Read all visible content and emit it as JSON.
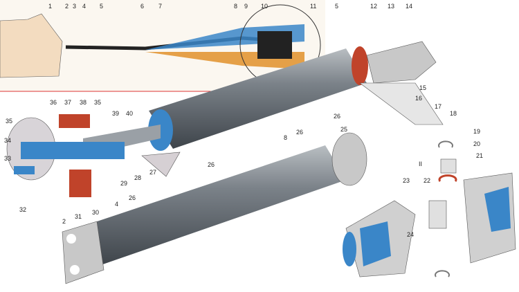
{
  "figure": {
    "labels": [
      "1",
      "2",
      "3",
      "4",
      "5",
      "6",
      "7",
      "8",
      "9",
      "10",
      "11",
      "5",
      "12",
      "13",
      "14",
      "15",
      "16",
      "17",
      "18",
      "19",
      "20",
      "21",
      "II",
      "23",
      "22",
      "24",
      "25",
      "26",
      "8",
      "26",
      "26",
      "26",
      "27",
      "28",
      "29",
      "30",
      "31",
      "32",
      "2",
      "4",
      "33",
      "34",
      "35",
      "36",
      "37",
      "38",
      "35",
      "39",
      "40"
    ]
  },
  "colors": {
    "steel": "#8a9096",
    "blue": "#3a86c8",
    "orange": "#e0902a",
    "red": "#c0432a",
    "body": "#f3dcc0"
  }
}
